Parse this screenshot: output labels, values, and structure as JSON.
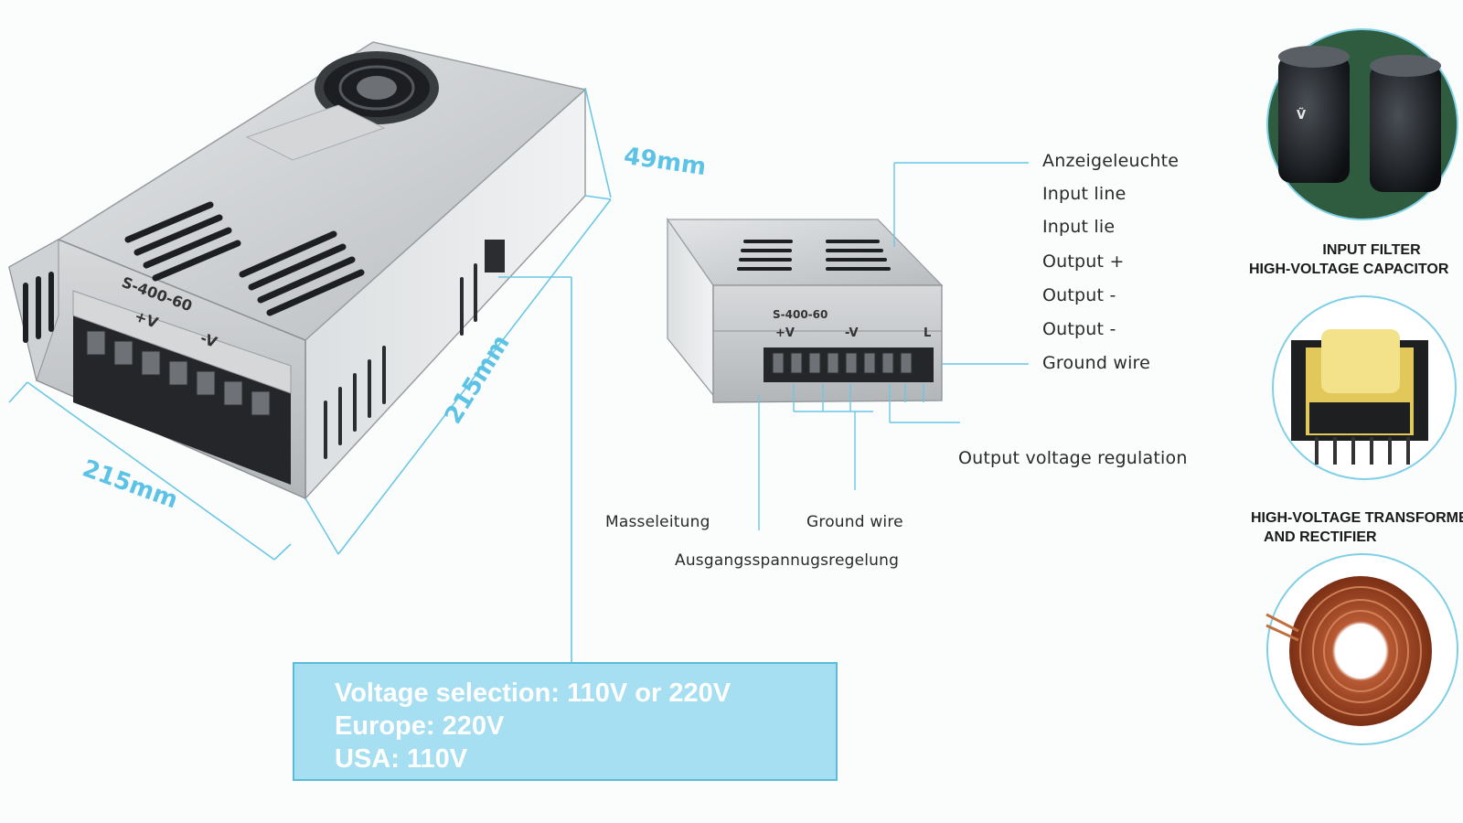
{
  "dimensions": {
    "height": "49mm",
    "depth": "215mm",
    "width": "215mm"
  },
  "big_unit": {
    "model_label": "S-400-60",
    "plate_terms": [
      "+V",
      "-V"
    ]
  },
  "small_unit": {
    "model_label": "S-400-60",
    "plate_terms": [
      "+V",
      "-V",
      "L"
    ]
  },
  "callouts_right": [
    "Anzeigeleuchte",
    "Input line",
    "Input lie",
    "Output +",
    "Output -",
    "Output -",
    "Ground wire"
  ],
  "callouts_bottom": {
    "output_voltage_regulation": "Output voltage regulation",
    "masseleitung": "Masseleitung",
    "ground_wire": "Ground wire",
    "ausgangsspannungsregelung": "Ausgangsspannugsregelung"
  },
  "voltage_box": {
    "line1": "Voltage selection: 110V or 220V",
    "line2": "Europe: 220V",
    "line3": "USA: 110V"
  },
  "components": [
    {
      "line1": "INPUT FILTER",
      "line2": "HIGH-VOLTAGE CAPACITOR"
    },
    {
      "line1": "HIGH-VOLTAGE TRANSFORMER",
      "line2": "AND RECTIFIER"
    },
    {
      "line1": "",
      "line2": ""
    }
  ],
  "colors": {
    "accent": "#5cc3e6",
    "box_fill": "#a6dff2",
    "metal": "#c9cccf"
  }
}
